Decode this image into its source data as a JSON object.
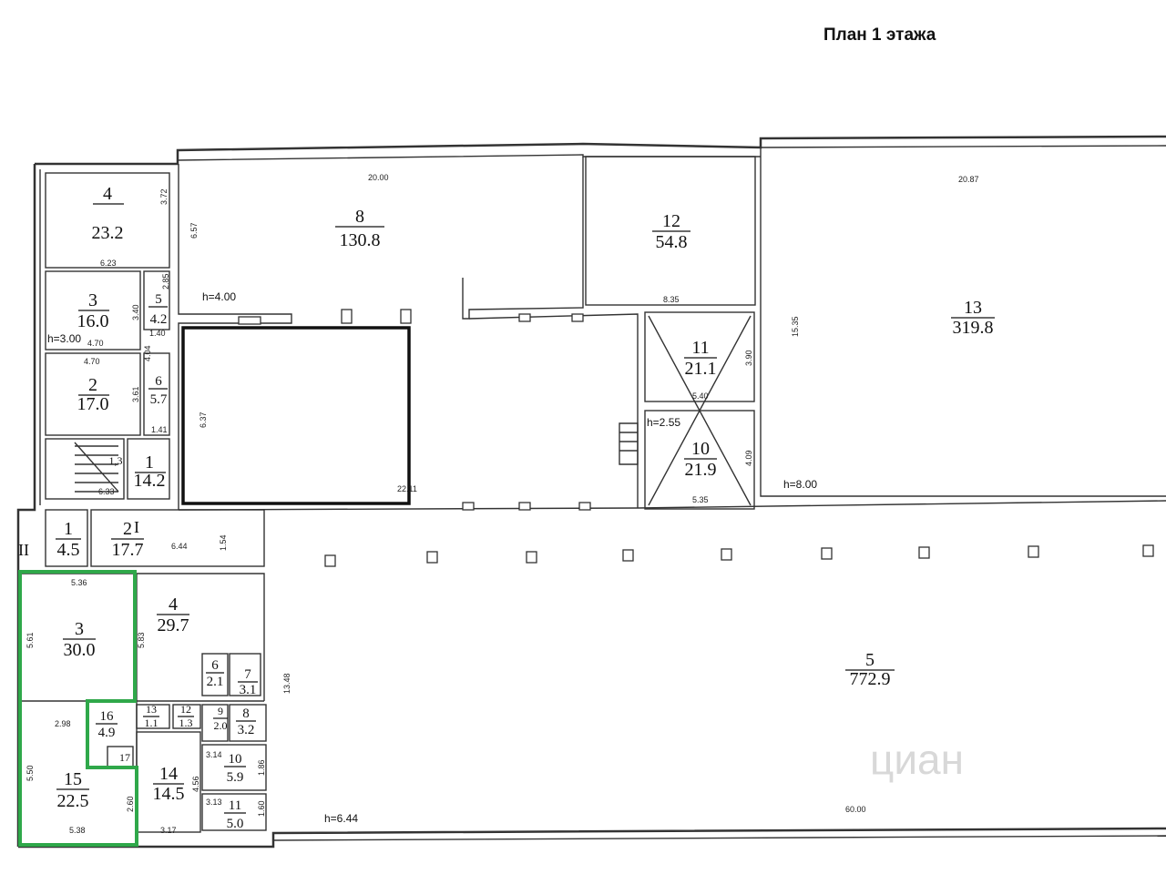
{
  "title": "План 1 этажа",
  "rooms": {
    "r4_top": {
      "num": "4",
      "area": "23.2"
    },
    "r3_top": {
      "num": "3",
      "area": "16.0"
    },
    "r5_top": {
      "num": "5",
      "area": "4.2"
    },
    "r2_top": {
      "num": "2",
      "area": "17.0"
    },
    "r6_top": {
      "num": "6",
      "area": "5.7"
    },
    "r1_top": {
      "num": "1",
      "area": "14.2"
    },
    "stair_label": "1,3",
    "r8_top": {
      "num": "8",
      "area": "130.8"
    },
    "r12": {
      "num": "12",
      "area": "54.8"
    },
    "r13": {
      "num": "13",
      "area": "319.8"
    },
    "r11_top": {
      "num": "11",
      "area": "21.1"
    },
    "r10_top": {
      "num": "10",
      "area": "21.9"
    },
    "r1_bot": {
      "num": "1",
      "area": "4.5"
    },
    "r2_bot": {
      "num": "2",
      "area": "17.7"
    },
    "r3_bot": {
      "num": "3",
      "area": "30.0"
    },
    "r4_bot": {
      "num": "4",
      "area": "29.7"
    },
    "r5_bot": {
      "num": "5",
      "area": "772.9"
    },
    "r6_bot": {
      "num": "6",
      "area": "2.1"
    },
    "r7_bot": {
      "num": "7",
      "area": "3.1"
    },
    "r8_bot": {
      "num": "8",
      "area": "3.2"
    },
    "r9_bot": {
      "num": "9",
      "area": "2.0"
    },
    "r10_bot": {
      "num": "10",
      "area": "5.9"
    },
    "r11_bot": {
      "num": "11",
      "area": "5.0"
    },
    "r12_bot": {
      "num": "12",
      "area": "1.3"
    },
    "r13_bot": {
      "num": "13",
      "area": "1.1"
    },
    "r14_bot": {
      "num": "14",
      "area": "14.5"
    },
    "r15_bot": {
      "num": "15",
      "area": "22.5"
    },
    "r16_bot": {
      "num": "16",
      "area": "4.9"
    },
    "r17_bot": {
      "num": "17"
    }
  },
  "roman": {
    "one": "I",
    "two": "II"
  },
  "heights": {
    "h1": "h=3.00",
    "h2": "h=4.00",
    "h3": "h=2.55",
    "h4": "h=8.00",
    "h5": "h=6.44"
  },
  "dims": {
    "d_20_00": "20.00",
    "d_20_87": "20.87",
    "d_6_57": "6.57",
    "d_3_72": "3.72",
    "d_6_23": "6.23",
    "d_2_85": "2.85",
    "d_3_40": "3.40",
    "d_1_40": "1.40",
    "d_4_70a": "4.70",
    "d_4_70b": "4.70",
    "d_4_04": "4.04",
    "d_3_61": "3.61",
    "d_1_41": "1.41",
    "d_6_33": "6.33",
    "d_6_37": "6.37",
    "d_22_11": "22.11",
    "d_8_35": "8.35",
    "d_3_90": "3.90",
    "d_15_35": "15.35",
    "d_5_40": "5.40",
    "d_4_09": "4.09",
    "d_5_35": "5.35",
    "d_6_44": "6.44",
    "d_1_54": "1.54",
    "d_5_36": "5.36",
    "d_5_61": "5.61",
    "d_5_83": "5.83",
    "d_13_48": "13.48",
    "d_2_98": "2.98",
    "d_5_50": "5.50",
    "d_2_60": "2.60",
    "d_5_38": "5.38",
    "d_3_17": "3.17",
    "d_4_56": "4.56",
    "d_3_14": "3.14",
    "d_1_86": "1.86",
    "d_3_13": "3.13",
    "d_1_60": "1.60",
    "d_60_00": "60.00"
  },
  "watermark": "циан",
  "colors": {
    "highlight": "#2fa84a",
    "line": "#333333"
  }
}
